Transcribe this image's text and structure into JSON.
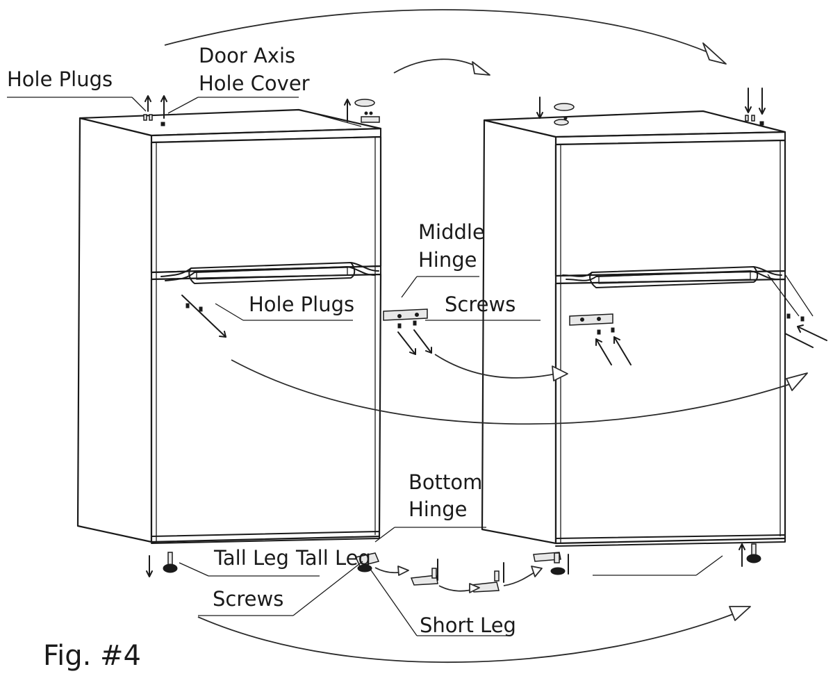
{
  "labels": {
    "hole_plugs_top": "Hole Plugs",
    "door_axis_line1": "Door Axis",
    "door_axis_line2": "Hole Cover",
    "middle_hinge_line1": "Middle",
    "middle_hinge_line2": "Hinge",
    "hole_plugs_mid": "Hole Plugs",
    "screws_mid": "Screws",
    "bottom_hinge_line1": "Bottom",
    "bottom_hinge_line2": "Hinge",
    "tall_leg_1": "Tall Leg",
    "tall_leg_2": "Tall Leg",
    "screws_bottom": "Screws",
    "short_leg": "Short Leg",
    "figure_number": "Fig. #4"
  }
}
